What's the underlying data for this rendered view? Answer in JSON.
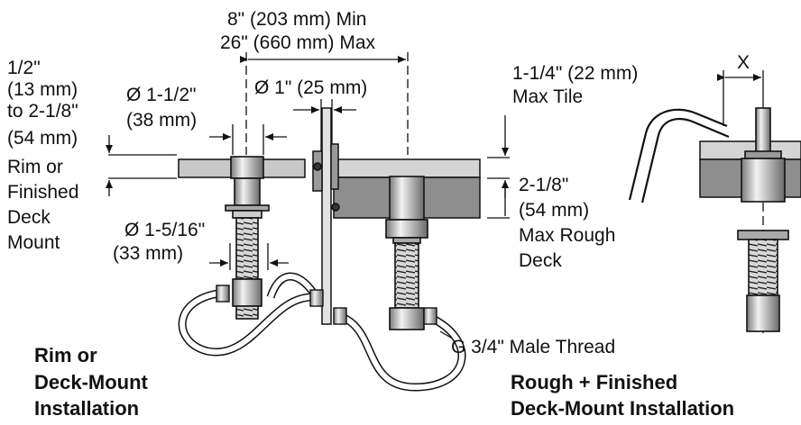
{
  "colors": {
    "ink": "#111111",
    "finished_layer": "#c8c8c8",
    "rough_layer": "#8e8e8e",
    "tile_layer": "#d9d9d9",
    "metal_light": "#e6e6e6",
    "metal_dark": "#6e6e6e"
  },
  "labels": {
    "spacing_min": "8\" (203 mm) Min",
    "spacing_max": "26\" (660 mm) Max",
    "deck_thickness": [
      "1/2\"",
      "(13 mm)",
      "to 2-1/8\"",
      "(54 mm)",
      "Rim or",
      "Finished",
      "Deck",
      "Mount"
    ],
    "body_dia": [
      "Ø 1-1/2\"",
      "(38 mm)"
    ],
    "hole_dia": "Ø 1\" (25 mm)",
    "tile": [
      "1-1/4\" (22 mm)",
      "Max Tile"
    ],
    "rough_deck": [
      "2-1/8\"",
      "(54 mm)",
      "Max Rough",
      "Deck"
    ],
    "shank_dia": [
      "Ø 1-5/16\"",
      "(33 mm)"
    ],
    "thread": "G 3/4\" Male Thread",
    "rim_install": [
      "Rim or",
      "Deck-Mount",
      "Installation"
    ],
    "rough_install": [
      "Rough + Finished",
      "Deck-Mount Installation"
    ],
    "x_dim": "X"
  },
  "icons": [
    "valve-assembly-icon",
    "flexible-hose-icon",
    "spout-icon"
  ]
}
